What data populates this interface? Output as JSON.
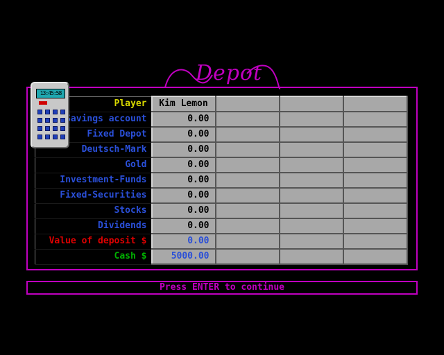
{
  "screen": {
    "title": "Depot",
    "prompt": "Press ENTER to continue"
  },
  "calculator": {
    "display": "13:45:58",
    "icon": "calculator-icon"
  },
  "colors": {
    "frame": "#c000c0",
    "cell_bg": "#a8a8a8",
    "label_yellow": "#d8d800",
    "label_blue": "#2a4fd8",
    "label_red": "#e00000",
    "label_green": "#00b000",
    "value_blue": "#2a4fd8"
  },
  "table": {
    "rows": [
      {
        "label": "Player",
        "color": "#d8d800",
        "values": [
          "Kim Lemon",
          "",
          "",
          ""
        ],
        "value_color": "#000000",
        "kind": "player"
      },
      {
        "label": "Savings account",
        "color": "#2a4fd8",
        "values": [
          "0.00",
          "",
          "",
          ""
        ],
        "value_color": "#000000"
      },
      {
        "label": "Fixed Depot",
        "color": "#2a4fd8",
        "values": [
          "0.00",
          "",
          "",
          ""
        ],
        "value_color": "#000000"
      },
      {
        "label": "Deutsch-Mark",
        "color": "#2a4fd8",
        "values": [
          "0.00",
          "",
          "",
          ""
        ],
        "value_color": "#000000"
      },
      {
        "label": "Gold",
        "color": "#2a4fd8",
        "values": [
          "0.00",
          "",
          "",
          ""
        ],
        "value_color": "#000000"
      },
      {
        "label": "Investment-Funds",
        "color": "#2a4fd8",
        "values": [
          "0.00",
          "",
          "",
          ""
        ],
        "value_color": "#000000"
      },
      {
        "label": "Fixed-Securities",
        "color": "#2a4fd8",
        "values": [
          "0.00",
          "",
          "",
          ""
        ],
        "value_color": "#000000"
      },
      {
        "label": "Stocks",
        "color": "#2a4fd8",
        "values": [
          "0.00",
          "",
          "",
          ""
        ],
        "value_color": "#000000"
      },
      {
        "label": "Dividends",
        "color": "#2a4fd8",
        "values": [
          "0.00",
          "",
          "",
          ""
        ],
        "value_color": "#000000"
      },
      {
        "label": "Value of deposit $",
        "color": "#e00000",
        "values": [
          "0.00",
          "",
          "",
          ""
        ],
        "value_color": "#2a4fd8"
      },
      {
        "label": "Cash $",
        "color": "#00b000",
        "values": [
          "5000.00",
          "",
          "",
          ""
        ],
        "value_color": "#2a4fd8"
      }
    ]
  }
}
